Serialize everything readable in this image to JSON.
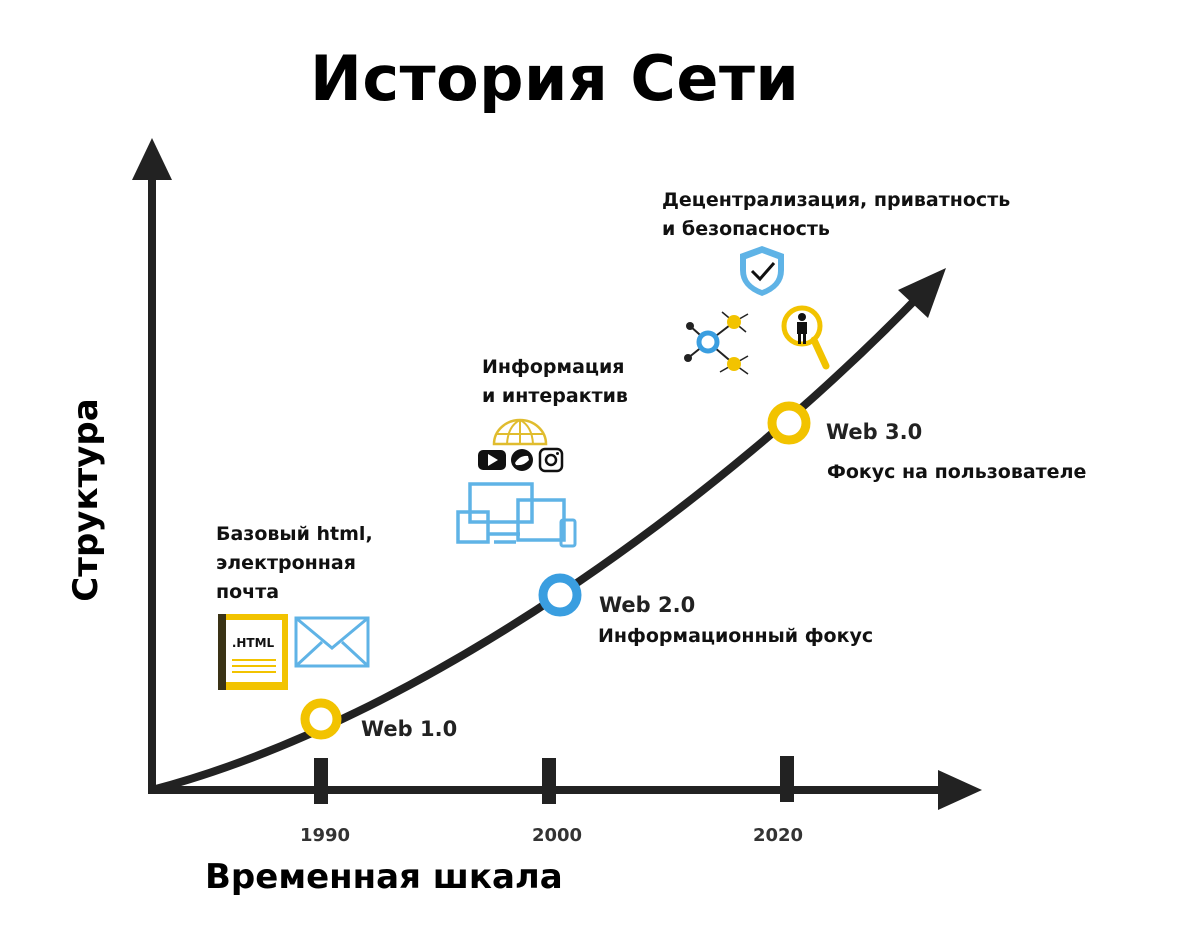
{
  "title": "История Сети",
  "axes": {
    "y_label": "Структура",
    "x_label": "Временная шкала",
    "ticks": [
      "1990",
      "2000",
      "2020"
    ]
  },
  "milestones": [
    {
      "label": "Web 1.0",
      "color": "#f2c300",
      "description": "Базовый html,\nэлектронная\nпочта",
      "focus": ""
    },
    {
      "label": "Web 2.0",
      "color": "#3a9ee0",
      "description": "Информация\nи интерактив",
      "focus": "Информационный фокус"
    },
    {
      "label": "Web 3.0",
      "color": "#f2c300",
      "description": "Децентрализация, приватность\nи безопасность",
      "focus": "Фокус на пользователе"
    }
  ],
  "icons": {
    "html_file_text": ".HTML",
    "web1": [
      "html-file-icon",
      "envelope-icon"
    ],
    "web2": [
      "globe-icon",
      "youtube-icon",
      "bird-icon",
      "instagram-icon",
      "laptop-icon",
      "tablet-icon",
      "phone-icon"
    ],
    "web3": [
      "shield-check-icon",
      "network-nodes-icon",
      "user-search-icon"
    ]
  },
  "colors": {
    "axis": "#222222",
    "yellow": "#f2c300",
    "blue": "#3a9ee0"
  }
}
